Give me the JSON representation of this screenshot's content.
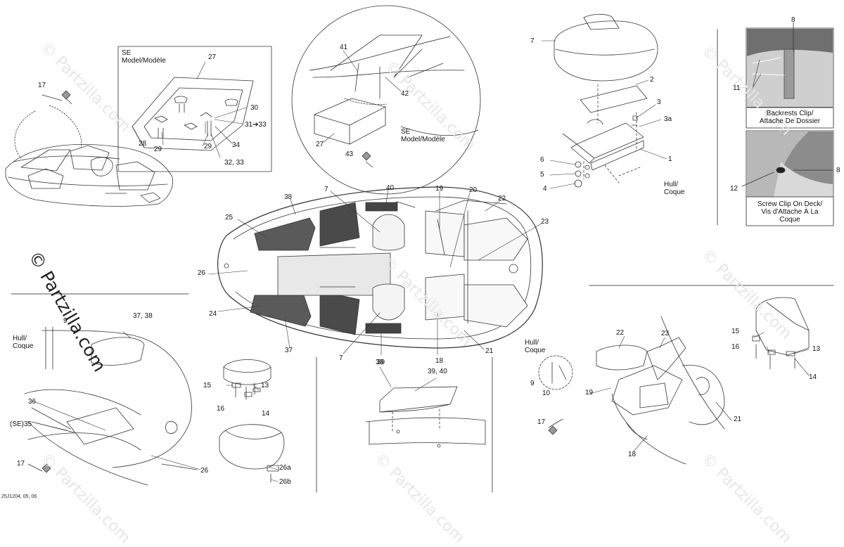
{
  "watermark": "© Partzilla.com",
  "footer_code": "25J1204, 05, 06",
  "se_title_1": "SE\nModel/Modèle",
  "se_title_2": "SE\nModel/Modèle",
  "hull_coque": "Hull/\nCoque",
  "caption_backrest": "Backrests Clip/\nAttache De Dossier",
  "caption_screwclip": "Screw Clip On Deck/\nVis d'Attache À La\nCoque",
  "callouts": {
    "c17a": "17",
    "c27a": "27",
    "c30": "30",
    "c31": "31➔33",
    "c28": "28",
    "c29a": "29",
    "c29b": "29",
    "c34": "34",
    "c3233": "32, 33",
    "c41": "41",
    "c42": "42",
    "c27b": "27",
    "c43": "43",
    "c7a": "7",
    "c2": "2",
    "c3": "3",
    "c3a": "3a",
    "c1": "1",
    "c6": "6",
    "c5": "5",
    "c4": "4",
    "c8a": "8",
    "c11": "11",
    "c8b": "8",
    "c12": "12",
    "c38": "38",
    "c7b": "7",
    "c40": "40",
    "c19a": "19",
    "c20": "20",
    "c22a": "22",
    "c25": "25",
    "c23a": "23",
    "c26a": "26",
    "c24": "24",
    "c37a": "37",
    "c7c": "7",
    "c39a": "39",
    "c18a": "18",
    "c21a": "21",
    "c9a": "9",
    "c3738": "37, 38",
    "c36": "36",
    "cSE35": "(SE)35",
    "c17b": "17",
    "c26b": "26",
    "c15a": "15",
    "c13a": "13",
    "c16a": "16",
    "c14a": "14",
    "c26a2": "26a",
    "c26b2": "26b",
    "c39b": "39",
    "c3940": "39, 40",
    "c9b": "9",
    "c10": "10",
    "c22b": "22",
    "c23b": "23",
    "c19b": "19",
    "c17c": "17",
    "c18b": "18",
    "c21b": "21",
    "c15b": "15",
    "c16b": "16",
    "c13b": "13",
    "c14b": "14"
  }
}
